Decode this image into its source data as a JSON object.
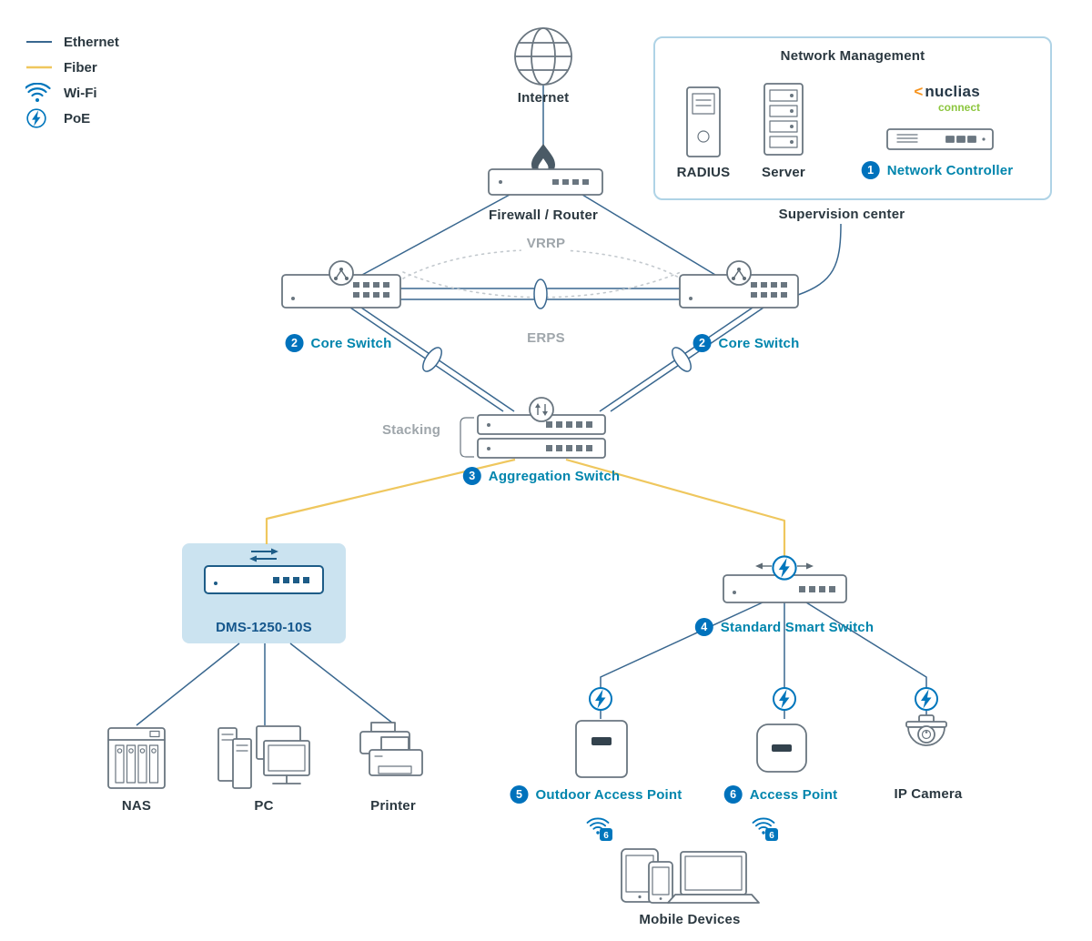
{
  "legend": {
    "ethernet": "Ethernet",
    "fiber": "Fiber",
    "wifi": "Wi-Fi",
    "poe": "PoE"
  },
  "nodes": {
    "internet": "Internet",
    "firewall": "Firewall / Router",
    "core_left": {
      "num": "2",
      "label": "Core Switch"
    },
    "core_right": {
      "num": "2",
      "label": "Core Switch"
    },
    "aggregation": {
      "num": "3",
      "label": "Aggregation Switch"
    },
    "dms": {
      "label": "DMS-1250-10S"
    },
    "smart": {
      "num": "4",
      "label": "Standard Smart Switch"
    },
    "outdoor_ap": {
      "num": "5",
      "label": "Outdoor Access Point"
    },
    "ap": {
      "num": "6",
      "label": "Access Point"
    },
    "camera": "IP Camera",
    "nas": "NAS",
    "pc": "PC",
    "printer": "Printer",
    "mobile": "Mobile Devices"
  },
  "management": {
    "title": "Network Management",
    "radius": "RADIUS",
    "server": "Server",
    "controller": {
      "num": "1",
      "label": "Network Controller"
    },
    "brand": {
      "name": "nuclias",
      "sub": "connect"
    },
    "caption": "Supervision center"
  },
  "protocols": {
    "vrrp": "VRRP",
    "erps": "ERPS",
    "stacking": "Stacking"
  },
  "wifi_badge": "6",
  "colors": {
    "ethernet": "#39678F",
    "fiber": "#EFC75E",
    "accent": "#0085AD",
    "badge": "#0072BC",
    "poe": "#0076BC",
    "device": "#6A7680",
    "text": "#2B3840",
    "muted": "#9FA6AB",
    "highlight": "#CBE3F0"
  }
}
